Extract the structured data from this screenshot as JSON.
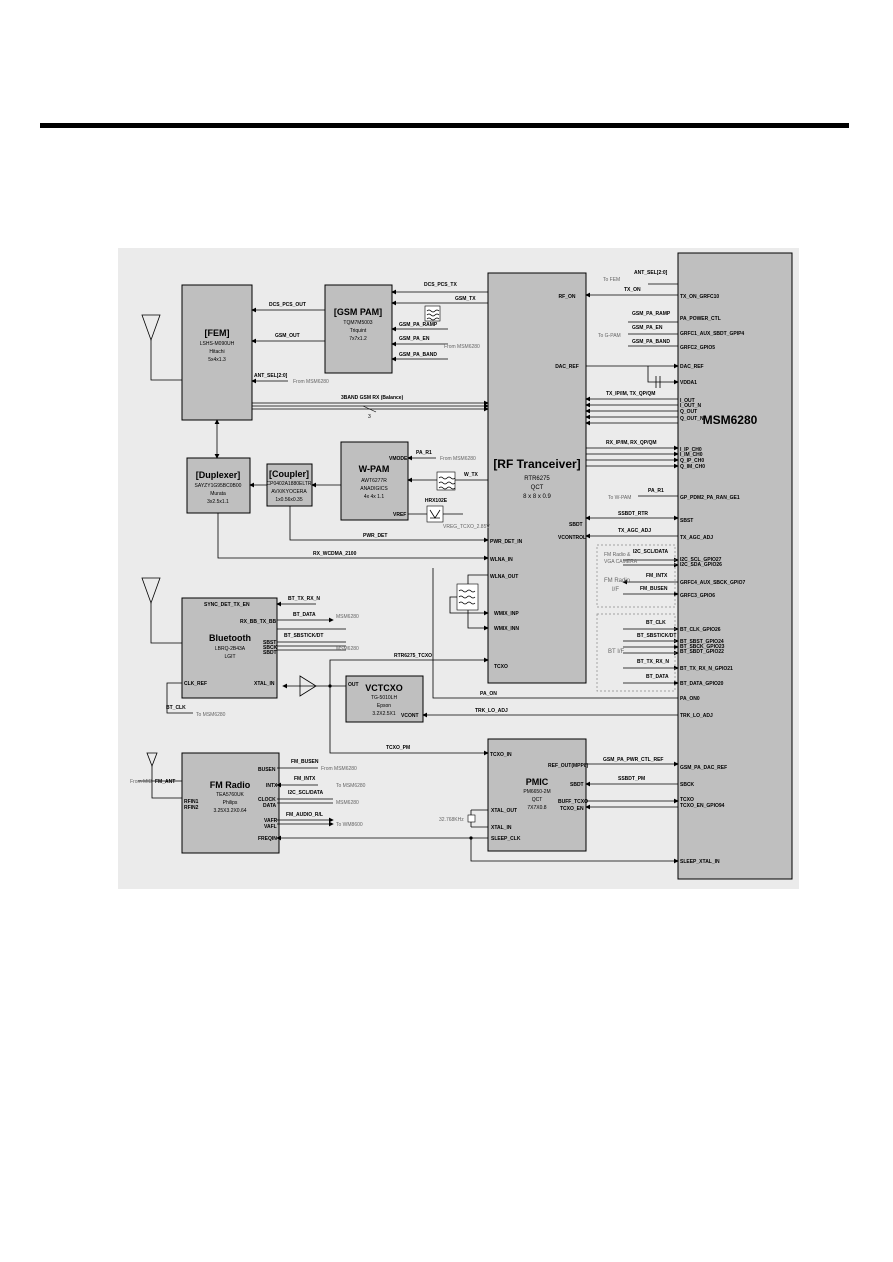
{
  "blocks": {
    "fem": {
      "title": "[FEM]",
      "lines": [
        "LSHS-M090UH",
        "Hitachi",
        "5x4x1.3"
      ]
    },
    "gsm_pam": {
      "title": "[GSM PAM]",
      "lines": [
        "TQM7M5003",
        "Triquint",
        "7x7x1.2"
      ]
    },
    "rf": {
      "title": "[RF Tranceiver]",
      "lines": [
        "RTR6275",
        "QCT",
        "8 x 8 x 0.9"
      ]
    },
    "msm": {
      "title": "MSM6280"
    },
    "duplexer": {
      "title": "[Duplexer]",
      "lines": [
        "SAYZY1G95BC0B00",
        "Murata",
        "3x2.5x1.1"
      ]
    },
    "coupler": {
      "title": "[Coupler]",
      "lines": [
        "CP0402A1880ELTR",
        "AVX/KYOCERA",
        "1x0.56x0.35"
      ]
    },
    "wpam": {
      "title": "W-PAM",
      "lines": [
        "AWT6277R",
        "ANADIGICS",
        "4x 4x 1.1"
      ]
    },
    "bluetooth": {
      "title": "Bluetooth",
      "lines": [
        "LBRQ-2B43A",
        "LGIT"
      ]
    },
    "vctcxo": {
      "title": "VCTCXO",
      "lines": [
        "TG-5010LH",
        "Epson",
        "3.2X2.5X1"
      ]
    },
    "fmradio": {
      "title": "FM Radio",
      "lines": [
        "TEA5760UK",
        "Philips",
        "3.25X3.2X0.64"
      ]
    },
    "pmic": {
      "title": "PMIC",
      "lines": [
        "PM6650-2M",
        "QCT",
        "7X7X0.8"
      ]
    },
    "hrx": {
      "title": "HRX102E"
    }
  },
  "labels": {
    "dcs_pcs_tx": "DCS_PCS_TX",
    "gsm_tx": "GSM_TX",
    "dcs_pcs_out": "DCS_PCS_OUT",
    "gsm_out": "GSM_OUT",
    "gsm_pa_ramp": "GSM_PA_RAMP",
    "gsm_pa_en": "GSM_PA_EN",
    "gsm_pa_band": "GSM_PA_BAND",
    "from_msm": "From MSM6280",
    "ant_sel": "ANT_SEL[2:0]",
    "band_rx": "3BAND GSM RX (Balance)",
    "three": "3",
    "to_fem": "To FEM",
    "tx_on": "TX_ON",
    "to_gpam": "To G-PAM",
    "to_wpam": "To W-PAM",
    "rf_on": "RF_ON",
    "dac_ref": "DAC_REF",
    "pwr_det_in": "PWR_DET_IN",
    "wlna_in": "WLNA_IN",
    "wlna_out": "WLNA_OUT",
    "wmix_inp": "WMIX_INP",
    "wmix_inn": "WMIX_INN",
    "tcxo": "TCXO",
    "sbdt": "SBDT",
    "vcontrol": "VCONTROL",
    "tx_iq": "TX_IP/IM, TX_QP/QM",
    "rx_iq": "RX_IP/IM, RX_QP/QM",
    "pa_r1": "PA_R1",
    "w_tx": "W_TX",
    "vmode": "VMODE",
    "vref": "VREF",
    "vreg": "VREG_TCXO_2.85V",
    "pwr_det": "PWR_DET",
    "rx_wcdma": "RX_WCDMA_2100",
    "ssbdt_rtr": "SSBDT_RTR",
    "tx_agc_adj": "TX_AGC_ADJ",
    "rtr_tcxo": "RTR6275_TCXO",
    "pa_on": "PA_ON",
    "trk_lo_adj": "TRK_LO_ADJ",
    "tcxo_pm": "TCXO_PM",
    "out": "OUT",
    "vcont": "VCONT",
    "bt_tx_rx_n": "BT_TX_RX_N",
    "bt_data": "BT_DATA",
    "bt_sbst": "BT_SBST/CK/DT",
    "bt_clk": "BT_CLK",
    "sync_det": "SYNC_DET_TX_EN",
    "rx_bb_tx_bb": "RX_BB_TX_BB",
    "sbst": "SBST",
    "sbck": "SBCK",
    "sbdt2": "SBDT",
    "clk_ref": "CLK_REF",
    "xtal_in": "XTAL_IN",
    "to_msm": "To MSM6280",
    "msm6280": "MSM6280",
    "fm_busen": "FM_BUSEN",
    "fm_intx": "FM_INTX",
    "i2c_scl_data": "I2C_SCL/DATA",
    "fm_audio": "FM_AUDIO_R/L",
    "to_wm": "To WM8600",
    "busen": "BUSEN",
    "intx": "INTX",
    "clock": "CLOCK",
    "data": "DATA",
    "vafr": "VAFR",
    "vafl": "VAFL",
    "freqin": "FREQIN",
    "rfin1": "RFIN1",
    "rfin2": "RFIN2",
    "from_mib": "From MIB",
    "fm_ant": "FM_ANT",
    "tcxo_in": "TCXO_IN",
    "ref_out": "REF_OUT(MPP8)",
    "sbdt_pm": "SBDT",
    "buff_tcxo": "BUFF_TCXO",
    "tcxo_en": "TCXO_EN",
    "xtal_out": "XTAL_OUT",
    "xtal_in_pm": "XTAL_IN",
    "sleep_clk": "SLEEP_CLK",
    "crystal": "32.768KHz",
    "gsm_pa_pwr": "GSM_PA_PWR_CTL_REF",
    "ssbdt_pm": "SSBDT_PM",
    "msm_pins": [
      "TX_ON_GRFC10",
      "PA_POWER_CTL",
      "GRFC1_AUX_SBDT_GPIP4",
      "GRFC2_GPIO5",
      "DAC_REF",
      "VDDA1",
      "I_OUT",
      "I_OUT_N",
      "Q_OUT",
      "Q_OUT_N",
      "I_IP_CH0",
      "I_IM_CH0",
      "Q_IP_CH0",
      "Q_IM_CH0",
      "GP_PDM2_PA_RAN_GE1",
      "SBST",
      "TX_AGC_ADJ",
      "I2C_SCL_GPIO27",
      "I2C_SDA_GPIO26",
      "GRFC4_AUX_SBCK_GPIO7",
      "GRFC3_GPIO6",
      "BT_CLK_GPIO26",
      "BT_SBST_GPIO24",
      "BT_SBCK_GPIO23",
      "BT_SBDT_GPIO22",
      "BT_TX_RX_N_GPIO21",
      "BT_DATA_GPIO20",
      "PA_ON0",
      "TRK_LO_ADJ",
      "GSM_PA_DAC_REF",
      "SBCK",
      "TCXO",
      "TCXO_EN_GPIO94",
      "SLEEP_XTAL_IN"
    ],
    "fm_cam_a": "FM Radio &",
    "fm_cam_b": "VGA CAMERA",
    "fm_if": "FM Radio",
    "if": "I/F",
    "bt_if": "BT I/F",
    "fm_intx_msm": "FM_INTX",
    "fm_busen_msm": "FM_BUSEN",
    "bt_clk_msm": "BT_CLK",
    "bt_sbst_msm": "BT_SBST/CK/DT",
    "bt_tx_msm": "BT_TX_RX_N",
    "bt_data_msm": "BT_DATA",
    "i2c_msm": "I2C_SCL/DATA",
    "from_msm_fm": "From MSM6280",
    "to_msm_fm": "To MSM6280",
    "msm_fm": "MSM6280"
  },
  "colors": {
    "block": "#bfbfbf",
    "background": "#ebebeb",
    "line": "#000000"
  }
}
